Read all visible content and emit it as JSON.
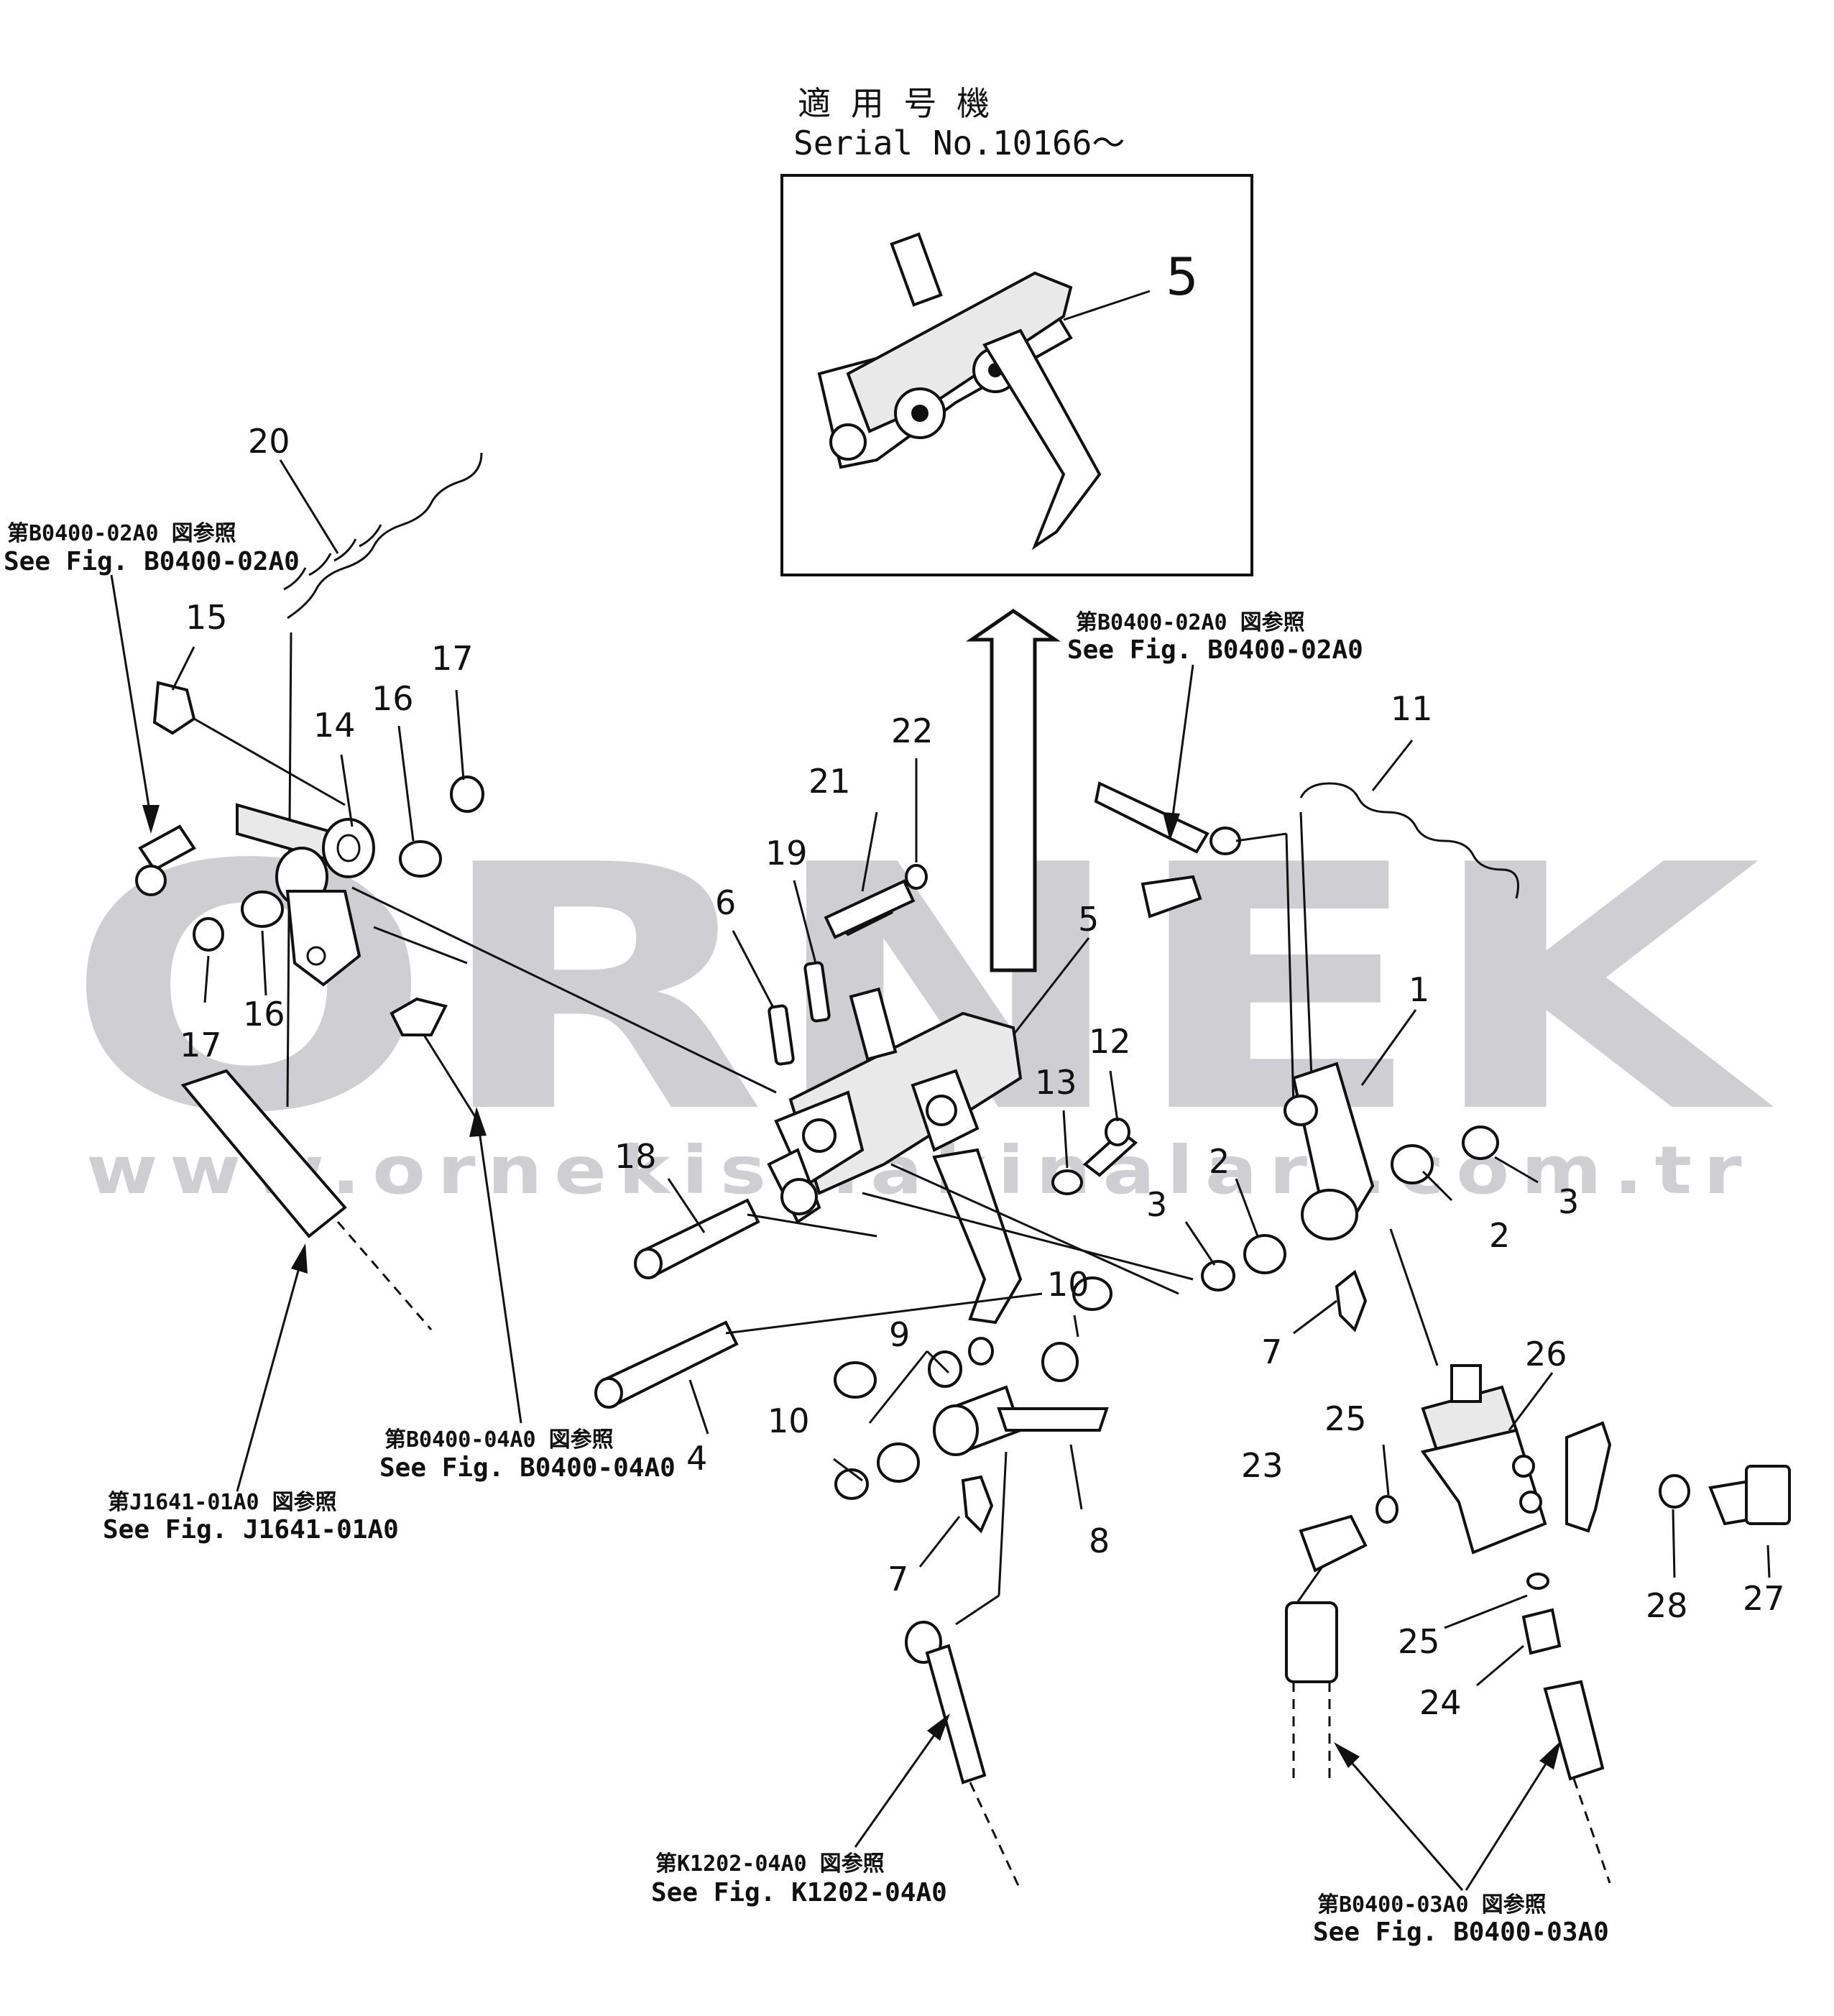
{
  "watermark": {
    "brand": "ORNEK",
    "url": "www.ornekismakinalari.com.tr"
  },
  "inset": {
    "title_jp": "適 用 号 機",
    "title_en": "Serial No.10166～",
    "callout": "5"
  },
  "references": [
    {
      "jp": "第B0400-02A0 図参照",
      "en": "See Fig. B0400-02A0"
    },
    {
      "jp": "第B0400-02A0 図参照",
      "en": "See Fig. B0400-02A0"
    },
    {
      "jp": "第B0400-04A0 図参照",
      "en": "See Fig. B0400-04A0"
    },
    {
      "jp": "第J1641-01A0 図参照",
      "en": "See Fig. J1641-01A0"
    },
    {
      "jp": "第K1202-04A0 図参照",
      "en": "See Fig. K1202-04A0"
    },
    {
      "jp": "第B0400-03A0 図参照",
      "en": "See Fig. B0400-03A0"
    }
  ],
  "callouts": [
    "20",
    "15",
    "14",
    "16",
    "17",
    "16",
    "17",
    "22",
    "21",
    "19",
    "6",
    "5",
    "11",
    "1",
    "12",
    "13",
    "18",
    "2",
    "3",
    "2",
    "3",
    "10",
    "7",
    "9",
    "10",
    "4",
    "8",
    "7",
    "26",
    "25",
    "23",
    "25",
    "24",
    "28",
    "27"
  ]
}
